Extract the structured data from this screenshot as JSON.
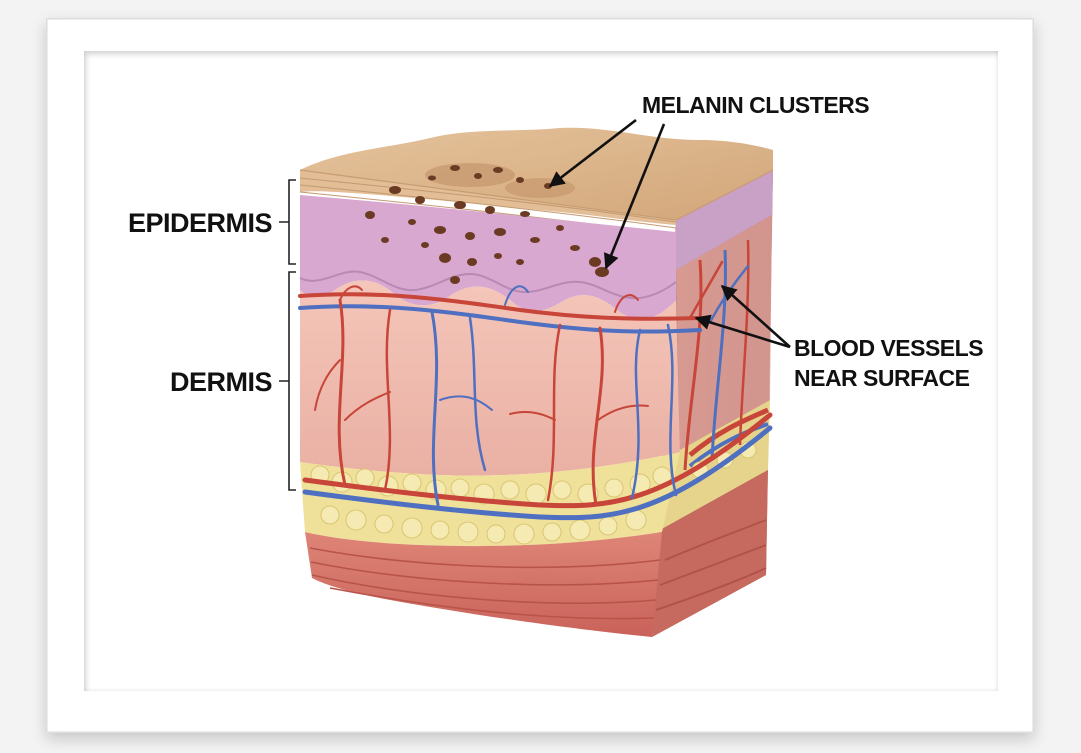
{
  "diagram": {
    "layers": {
      "epidermis": "EPIDERMIS",
      "dermis": "DERMIS"
    },
    "callouts": {
      "melanin": "MELANIN CLUSTERS",
      "vessels_line1": "BLOOD VESSELS",
      "vessels_line2": "NEAR SURFACE"
    }
  },
  "colors": {
    "artery": "#c8453a",
    "vein": "#4f6fc0",
    "dermis": "#f1bdb0",
    "epidermis": "#d9a8d0",
    "stratum_corneum": "#e8c8a2",
    "fat": "#efe09a",
    "muscle": "#d8776a",
    "melanin": "#6b3a22"
  },
  "icons": [
    "arrow-icon",
    "bracket-icon"
  ]
}
